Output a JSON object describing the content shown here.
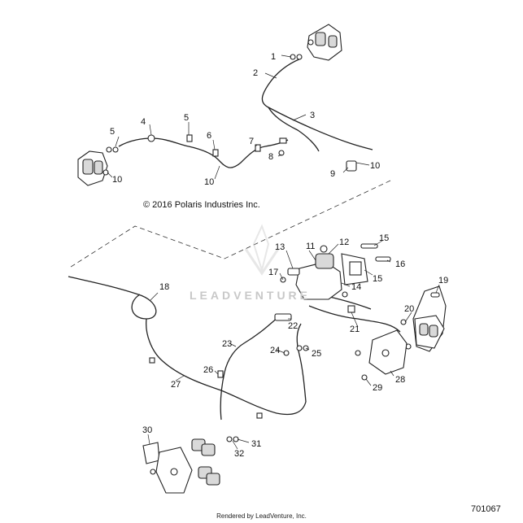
{
  "copyright": "© 2016 Polaris Industries Inc.",
  "drawing_number": "701067",
  "rendered_by": "Rendered by LeadVenture, Inc.",
  "watermark": "LEADVENTURE",
  "callouts": [
    "1",
    "2",
    "3",
    "4",
    "5",
    "5",
    "6",
    "7",
    "8",
    "9",
    "10",
    "10",
    "10",
    "11",
    "12",
    "13",
    "14",
    "15",
    "15",
    "16",
    "17",
    "18",
    "19",
    "20",
    "21",
    "22",
    "23",
    "24",
    "25",
    "26",
    "27",
    "28",
    "29",
    "30",
    "31",
    "32"
  ]
}
